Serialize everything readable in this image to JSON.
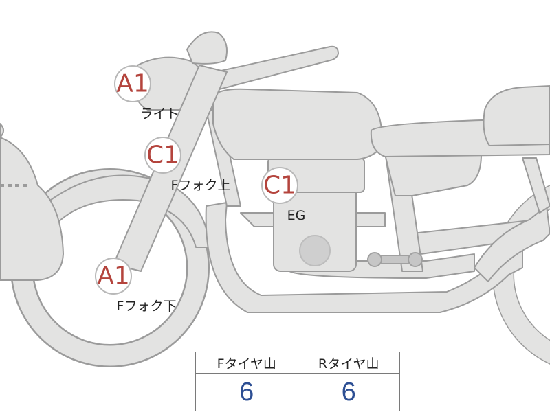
{
  "labels": [
    {
      "id": "light",
      "grade": "A1",
      "part": "ライト"
    },
    {
      "id": "ffork-upper",
      "grade": "C1",
      "part": "Fフォク上"
    },
    {
      "id": "engine",
      "grade": "C1",
      "part": "EG"
    },
    {
      "id": "ffork-lower",
      "grade": "A1",
      "part": "Fフォク下"
    }
  ],
  "tire_table": {
    "headers": [
      "Fタイヤ山",
      "Rタイヤ山"
    ],
    "values": [
      "6",
      "6"
    ]
  },
  "colors": {
    "bike_fill": "#e3e3e2",
    "bike_stroke": "#9b9b9b",
    "grade_text": "#b4443d",
    "value_text": "#2d4f94"
  }
}
